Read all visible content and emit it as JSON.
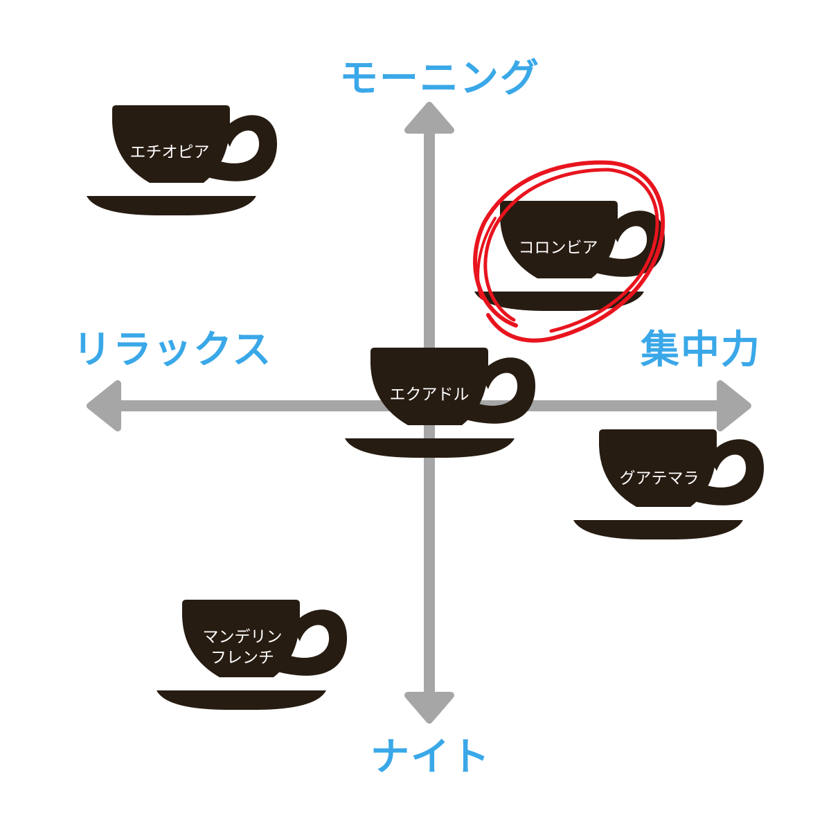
{
  "axes": {
    "top": "モーニング",
    "bottom": "ナイト",
    "left": "リラックス",
    "right": "集中力"
  },
  "cups": [
    {
      "lines": [
        "エチオピア"
      ]
    },
    {
      "lines": [
        "コロンビア"
      ],
      "highlighted": true
    },
    {
      "lines": [
        "エクアドル"
      ]
    },
    {
      "lines": [
        "グアテマラ"
      ]
    },
    {
      "lines": [
        "マンデリン",
        "フレンチ"
      ]
    }
  ],
  "colors": {
    "axis_label": "#3aa8e8",
    "arrow": "#a6a6a6",
    "cup": "#271c12",
    "cup_text": "#ffffff",
    "highlight_circle": "#e8141e",
    "background": "#ffffff"
  }
}
